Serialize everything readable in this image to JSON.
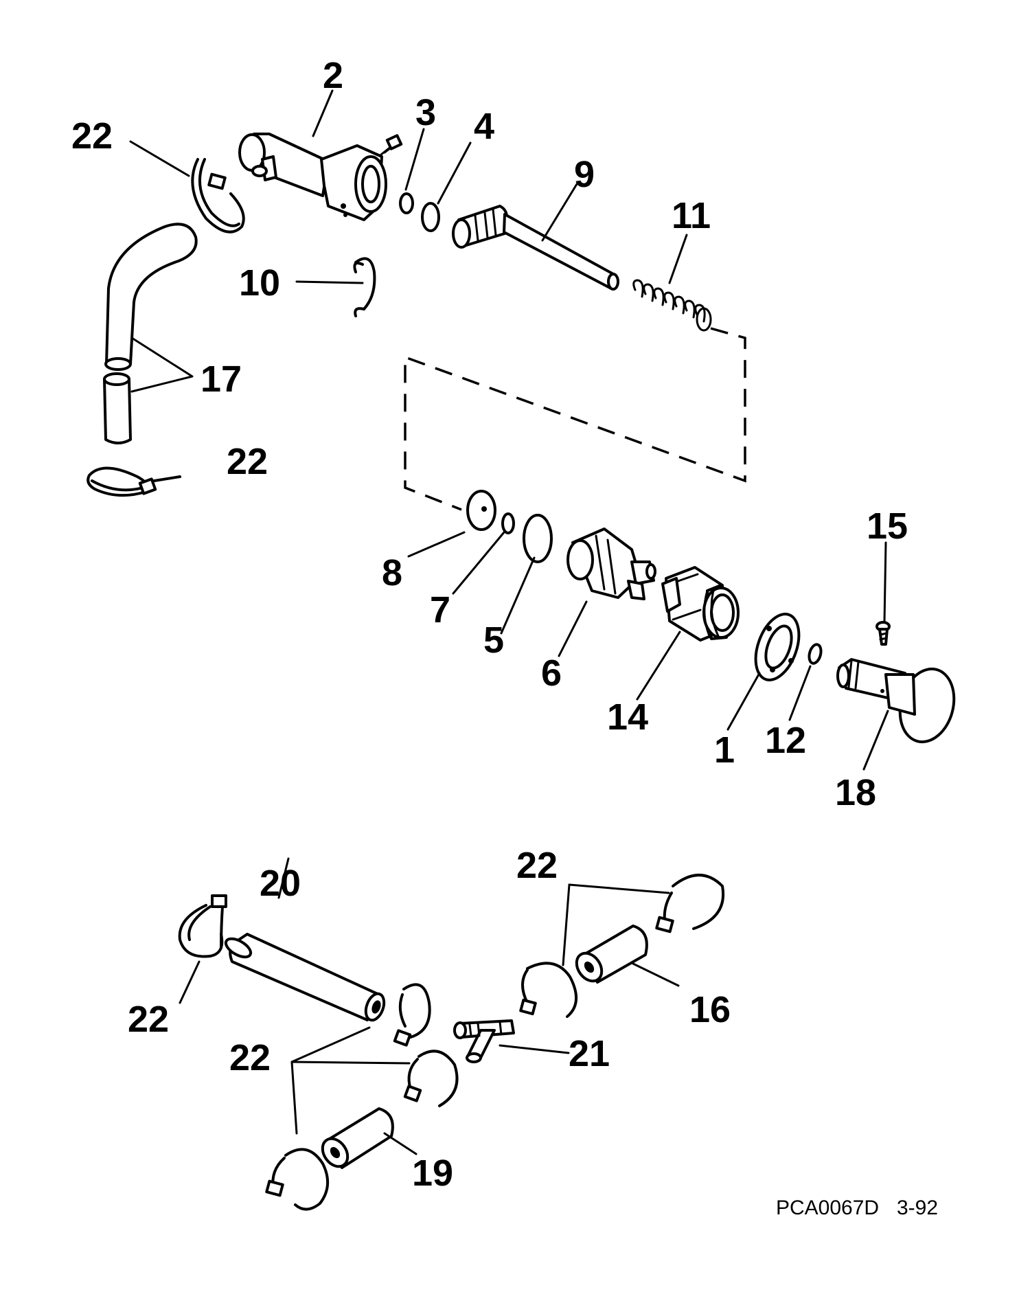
{
  "callouts": {
    "c2": "2",
    "c3": "3",
    "c4": "4",
    "c9": "9",
    "c11": "11",
    "c22_a": "22",
    "c10": "10",
    "c17": "17",
    "c22_b": "22",
    "c15": "15",
    "c8": "8",
    "c7": "7",
    "c5": "5",
    "c6": "6",
    "c14": "14",
    "c1": "1",
    "c12": "12",
    "c18": "18",
    "c22_c": "22",
    "c20": "20",
    "c16": "16",
    "c22_d": "22",
    "c22_e": "22",
    "c21": "21",
    "c19": "19"
  },
  "footer": {
    "code": "PCA0067D",
    "date": "3-92"
  }
}
